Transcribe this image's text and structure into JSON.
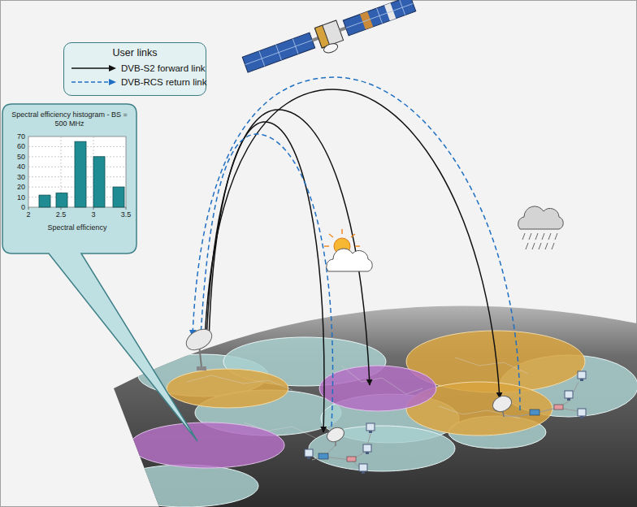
{
  "diagram": {
    "nodes": [
      {
        "text": [
          "User links"
        ]
      },
      {
        "text": [
          "Spectral efficiency histogram - BS = 500 MHz"
        ]
      }
    ],
    "labels": [
      "70",
      "60",
      "50",
      "40",
      "30",
      "20",
      "10",
      "0",
      "2",
      "2.5",
      "3",
      "3.5",
      "Spectral efficiency"
    ],
    "legend": [
      {
        "text": "DVB-S2 forward link"
      },
      {
        "text": "DVB-RCS return link"
      }
    ]
  }
}
